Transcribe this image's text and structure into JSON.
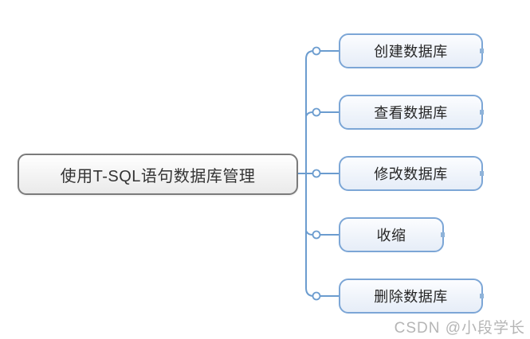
{
  "diagram": {
    "type": "mindmap",
    "root": {
      "label": "使用T-SQL语句数据库管理"
    },
    "children": [
      {
        "label": "创建数据库"
      },
      {
        "label": "查看数据库"
      },
      {
        "label": "修改数据库"
      },
      {
        "label": "收缩"
      },
      {
        "label": "删除数据库"
      }
    ],
    "colors": {
      "connector": "#6b9ccf",
      "child_border": "#7ca6d6",
      "child_fill": "#eef3fa",
      "root_border": "#7b7b7b",
      "root_fill": "#f0f0f0",
      "text": "#262626"
    }
  },
  "watermark": {
    "text": "CSDN @小段学长",
    "color": "#b5b5b5"
  }
}
